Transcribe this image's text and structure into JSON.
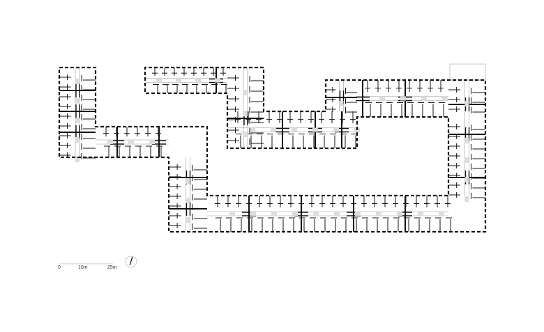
{
  "plan": {
    "type": "floor-plan",
    "scale_bar": {
      "labels": [
        "0",
        "10m",
        "25m"
      ]
    },
    "north_arrow": "north-arrow-icon"
  }
}
